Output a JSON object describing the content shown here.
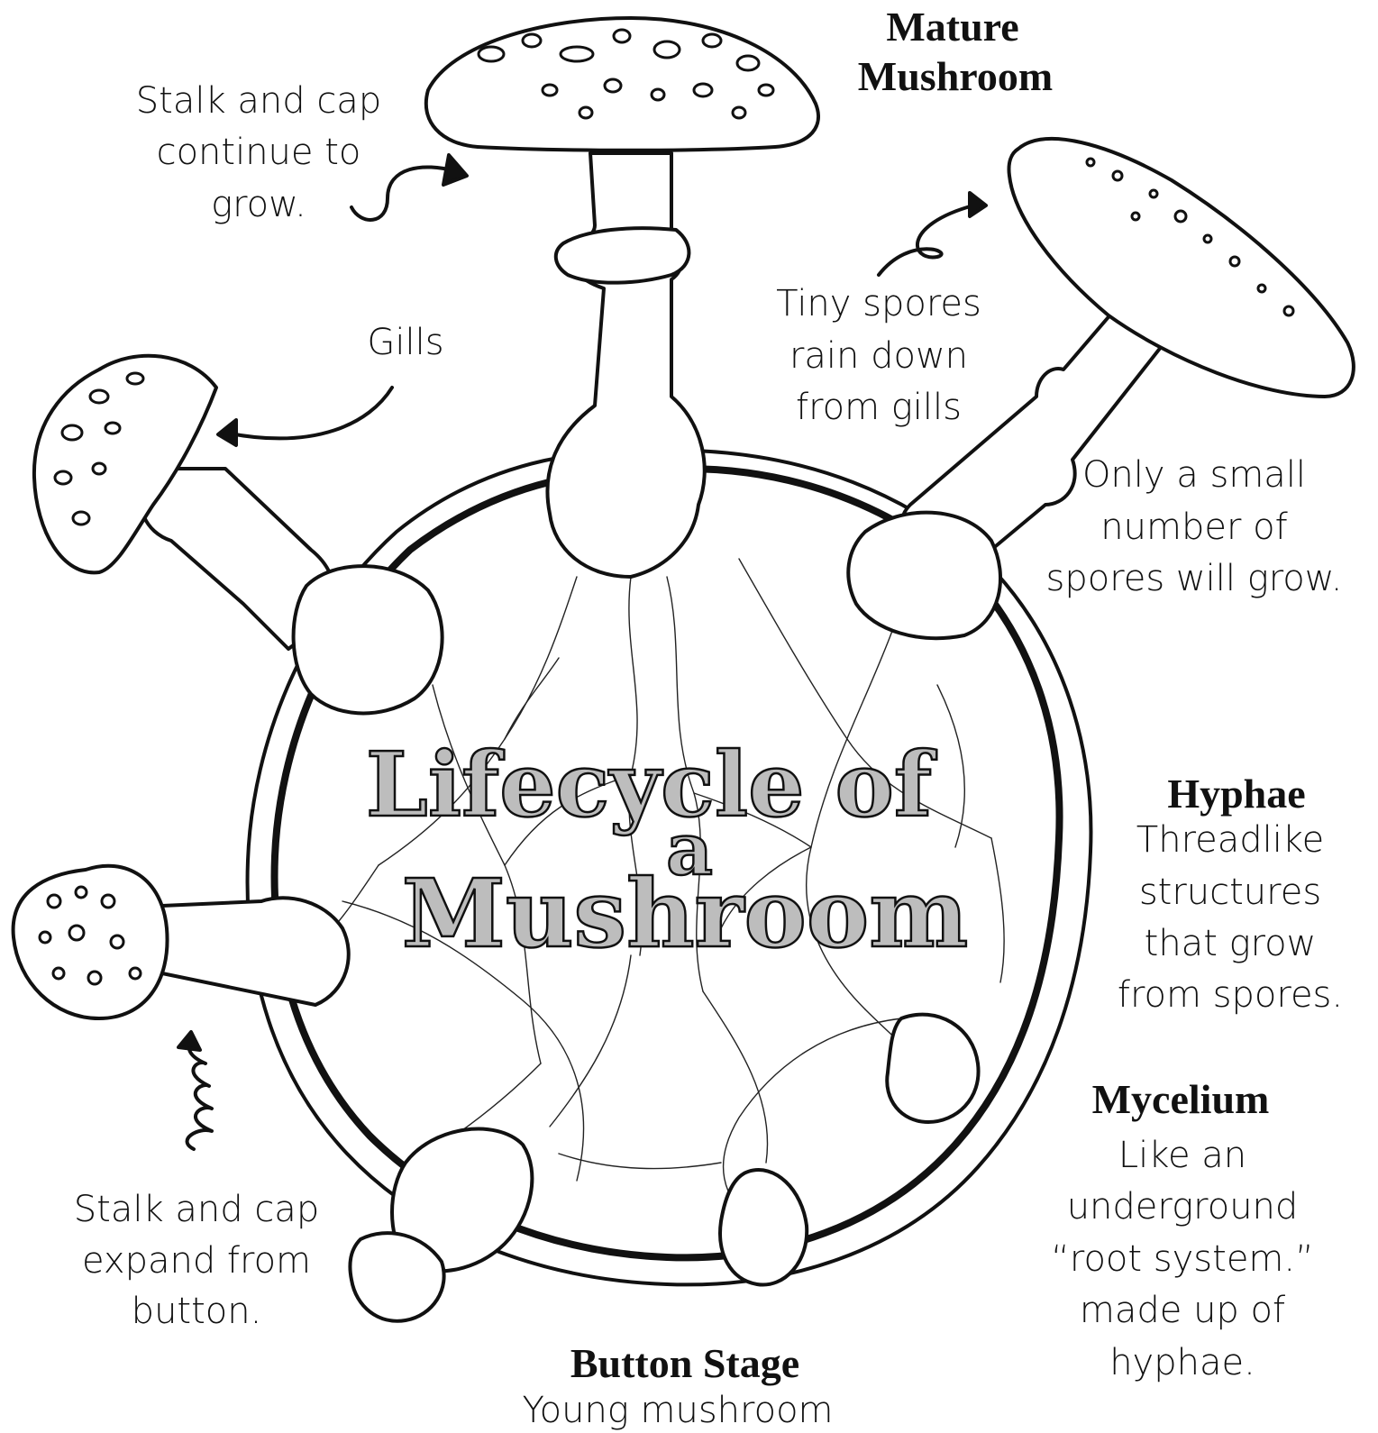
{
  "title": {
    "line1": "Lifecycle of",
    "line2": "a",
    "line3": "Mushroom"
  },
  "labels": {
    "mature_heading": [
      "Mature",
      "Mushroom"
    ],
    "stalk_cap_grow": [
      "Stalk and cap",
      "continue to",
      "grow."
    ],
    "gills": "Gills",
    "tiny_spores": [
      "Tiny spores",
      "rain down",
      "from gills"
    ],
    "small_number": [
      "Only a small",
      "number of",
      "spores will grow."
    ],
    "hyphae_heading": "Hyphae",
    "hyphae_desc": [
      "Threadlike",
      "structures",
      "that grow",
      "from spores."
    ],
    "mycelium_heading": "Mycelium",
    "mycelium_desc": [
      "Like an",
      "underground",
      "“root system.”",
      "made up of",
      "hyphae."
    ],
    "stalk_cap_expand": [
      "Stalk and cap",
      "expand from",
      "button."
    ],
    "button_heading": "Button Stage",
    "button_desc": "Young mushroom"
  }
}
